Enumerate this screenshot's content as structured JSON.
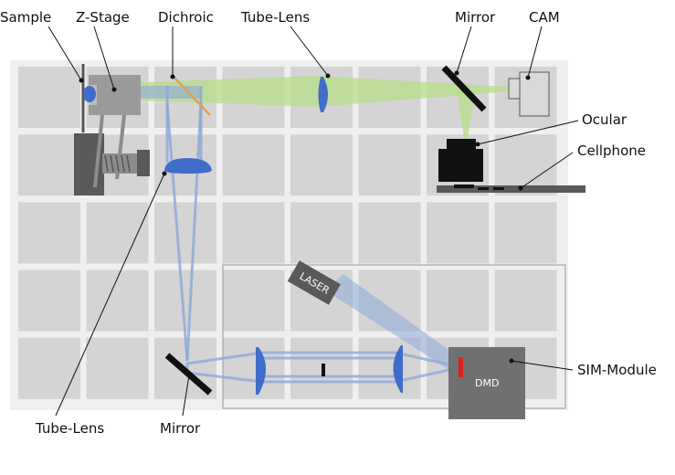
{
  "labels": {
    "sample": "Sample",
    "z_stage": "Z-Stage",
    "dichroic": "Dichroic",
    "tube_lens_top": "Tube-Lens",
    "mirror_top": "Mirror",
    "cam": "CAM",
    "ocular": "Ocular",
    "cellphone": "Cellphone",
    "laser": "LASER",
    "dmd": "DMD",
    "sim_module": "SIM-Module",
    "tube_lens_bottom": "Tube-Lens",
    "mirror_bottom": "Mirror"
  },
  "colors": {
    "board": "#efefef",
    "tile": "#d4d4d4",
    "beam_blue": "#8ea9d8",
    "beam_green": "#b8dd8a",
    "lens": "#3f6dc8",
    "dark_gray": "#595959",
    "mid_gray": "#8c8c8c",
    "black": "#111111",
    "red": "#e02020",
    "dichroic": "#e2a04a"
  }
}
